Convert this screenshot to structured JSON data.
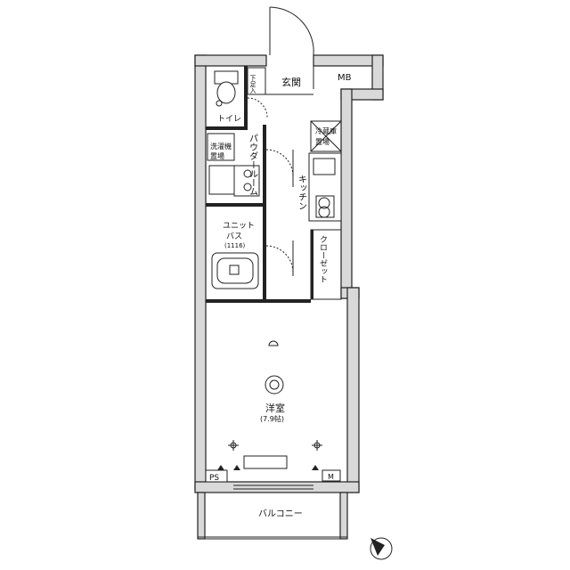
{
  "rooms": {
    "entrance": "玄関",
    "mb": "MB",
    "toilet": "トイレ",
    "shoe": "下足入",
    "laundry": [
      "洗濯機",
      "置場"
    ],
    "powder": "パウダールーム",
    "fridge": [
      "冷蔵庫",
      "置場"
    ],
    "kitchen": "キッチン",
    "unitbath": [
      "ユニット",
      "バス",
      "(1116)"
    ],
    "closet": "クローゼット",
    "western": "洋室",
    "western_size": "(7.9帖)",
    "ps": "PS",
    "m": "M",
    "balcony": "バルコニー"
  },
  "icons": [
    "north-arrow-icon",
    "ceiling-light-icon",
    "outlet-icon"
  ]
}
